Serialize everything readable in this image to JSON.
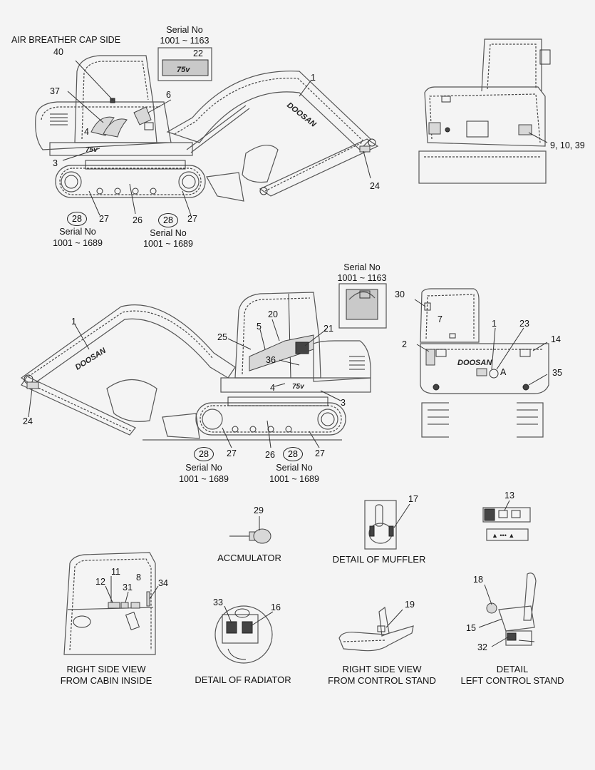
{
  "header": {
    "air_breather": "AIR BREATHER CAP SIDE",
    "serial_top_1": "Serial No",
    "serial_top_2": "1001 ~ 1163",
    "serial_mid_1": "Serial No",
    "serial_mid_2": "1001 ~ 1163"
  },
  "brand": {
    "logo": "DOOSAN",
    "model": "75v"
  },
  "callouts_top": [
    "40",
    "37",
    "6",
    "22",
    "1",
    "4",
    "3",
    "24",
    "9, 10, 39",
    "28",
    "27",
    "26",
    "28",
    "27"
  ],
  "serials_top": [
    {
      "line1": "Serial No",
      "line2": "1001 ~ 1689"
    },
    {
      "line1": "Serial No",
      "line2": "1001 ~ 1689"
    }
  ],
  "callouts_mid": [
    "1",
    "25",
    "5",
    "20",
    "21",
    "36",
    "4",
    "3",
    "24",
    "30",
    "7",
    "1",
    "23",
    "2",
    "14",
    "A",
    "35",
    "28",
    "27",
    "26",
    "28",
    "27"
  ],
  "serials_mid": [
    {
      "line1": "Serial No",
      "line2": "1001 ~ 1689"
    },
    {
      "line1": "Serial No",
      "line2": "1001 ~ 1689"
    }
  ],
  "details": {
    "accumulator": {
      "num": "29",
      "caption": "ACCMULATOR"
    },
    "muffler": {
      "num": "17",
      "caption": "DETAIL OF MUFFLER"
    },
    "label13": {
      "num": "13"
    },
    "cabin": {
      "nums": [
        "11",
        "12",
        "31",
        "8",
        "34"
      ],
      "caption1": "RIGHT SIDE VIEW",
      "caption2": "FROM CABIN INSIDE"
    },
    "radiator": {
      "nums": [
        "33",
        "16"
      ],
      "caption": "DETAIL OF RADIATOR"
    },
    "control_stand": {
      "num": "19",
      "caption1": "RIGHT SIDE VIEW",
      "caption2": "FROM CONTROL STAND"
    },
    "left_control": {
      "nums": [
        "18",
        "15",
        "32"
      ],
      "caption1": "DETAIL",
      "caption2": "LEFT CONTROL STAND"
    }
  }
}
